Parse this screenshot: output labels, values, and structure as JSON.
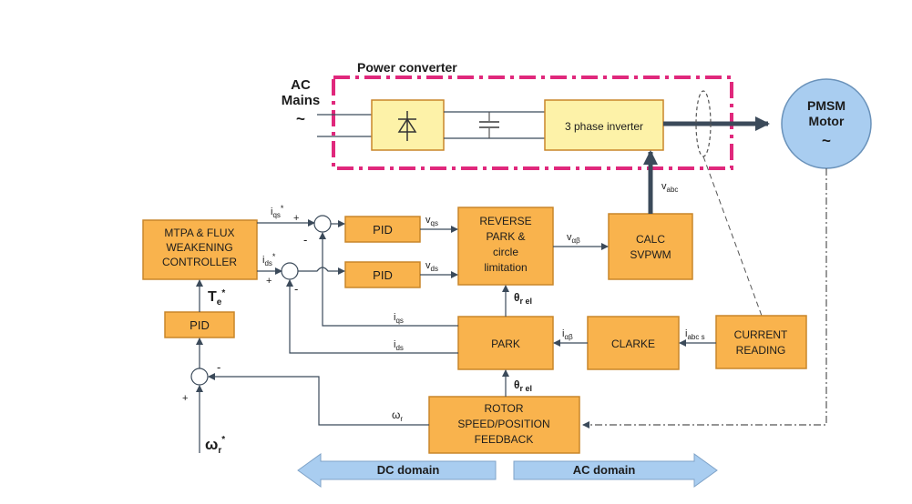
{
  "power_converter": {
    "title": "Power converter",
    "inverter": "3 phase inverter"
  },
  "ac_mains": {
    "line1": "AC",
    "line2": "Mains",
    "symbol": "~"
  },
  "motor": {
    "line1": "PMSM",
    "line2": "Motor",
    "symbol": "~"
  },
  "blocks": {
    "mtpa": [
      "MTPA & FLUX",
      "WEAKENING",
      "CONTROLLER"
    ],
    "pid_q": "PID",
    "pid_d": "PID",
    "pid_speed": "PID",
    "reverse_park": [
      "REVERSE",
      "PARK   &",
      "circle",
      "limitation"
    ],
    "svpwm": [
      "CALC",
      "SVPWM"
    ],
    "park": "PARK",
    "clarke": "CLARKE",
    "current_reading": [
      "CURRENT",
      "READING"
    ],
    "rotor_feedback": [
      "ROTOR",
      "SPEED/POSITION",
      "FEEDBACK"
    ]
  },
  "signals": {
    "iqs_ref": "i",
    "iqs_ref_sub": "qs",
    "iqs_ref_sup": "*",
    "ids_ref": "i",
    "ids_ref_sub": "ds",
    "ids_ref_sup": "*",
    "vqs": "v",
    "vqs_sub": "qs",
    "vds": "v",
    "vds_sub": "ds",
    "valpha": "v",
    "valpha_sub": "αβ",
    "vabc": "v",
    "vabc_sub": "abc",
    "iqs": "i",
    "iqs_sub": "qs",
    "ids": "i",
    "ids_sub": "ds",
    "ialpha": "i",
    "ialpha_sub": "αβ",
    "iabc": "i",
    "iabc_sub": "abc s",
    "theta_top": "θ",
    "theta_top_sub": "r el",
    "theta_bot": "θ",
    "theta_bot_sub": "r el",
    "te": "T",
    "te_sub": "e",
    "te_sup": "*",
    "omega_fb": "ω",
    "omega_fb_sub": "r",
    "omega_ref": "ω",
    "omega_ref_sub": "r",
    "omega_ref_sup": "*"
  },
  "signs": {
    "plus": "+",
    "minus": "-"
  },
  "domains": {
    "dc": "DC domain",
    "ac": "AC domain"
  },
  "colors": {
    "block": "#f9b34d",
    "inverter": "#fdf2a8",
    "converter_border": "#e0287c",
    "motor": "#a9cdf0",
    "domain_arrow": "#a9cdf0",
    "title": "#3eb4e8"
  }
}
